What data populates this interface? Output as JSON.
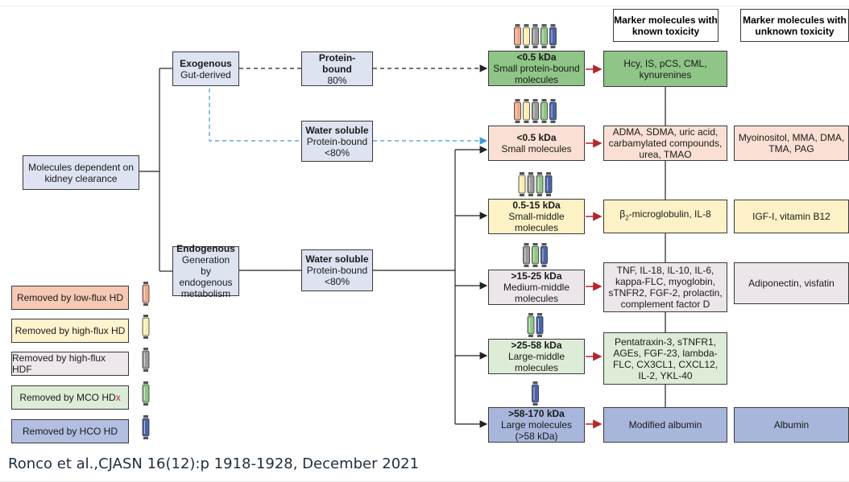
{
  "roots": {
    "kidney_clearance": "Molecules dependent on kidney clearance",
    "exogenous_title": "Exogenous",
    "exogenous_sub": "Gut-derived",
    "endogenous_title": "Endogenous",
    "endogenous_sub": "Generation by endogenous metabolism"
  },
  "binding": {
    "protein_bound_title": "Protein-bound",
    "protein_bound_sub": "80%",
    "water_soluble_exo_title": "Water soluble",
    "water_soluble_exo_sub": "Protein-bound <80%",
    "water_soluble_endo_title": "Water soluble",
    "water_soluble_endo_sub": "Protein-bound <80%"
  },
  "headers": {
    "known": "Marker molecules with known toxicity",
    "unknown": "Marker molecules with unknown toxicity"
  },
  "classes": [
    {
      "size": "<0.5 kDa",
      "label": "Small protein-bound molecules",
      "known": "Hcy, IS, pCS, CML, kynurenines",
      "unknown": ""
    },
    {
      "size": "<0.5 kDa",
      "label": "Small molecules",
      "known": "ADMA, SDMA, uric acid, carbamylated compounds, urea, TMAO",
      "unknown": "Myoinositol, MMA, DMA, TMA, PAG"
    },
    {
      "size": "0.5-15 kDa",
      "label": "Small-middle molecules",
      "known_prefix": "β",
      "known_sub": "2",
      "known_suffix": "-microglobulin, IL-8",
      "unknown": "IGF-I, vitamin B12"
    },
    {
      "size": ">15-25 kDa",
      "label": "Medium-middle molecules",
      "known": "TNF, IL-18, IL-10, IL-6, kappa-FLC, myoglobin, sTNFR2, FGF-2, prolactin, complement factor D",
      "unknown": "Adiponectin, visfatin"
    },
    {
      "size": ">25-58 kDa",
      "label": "Large-middle molecules",
      "known": "Pentatraxin-3, sTNFR1, AGEs, FGF-23, lambda-FLC, CX3CL1, CXCL12, IL-2, YKL-40",
      "unknown": ""
    },
    {
      "size": ">58-170 kDa",
      "label": "Large molecules (>58 kDa)",
      "known": "Modified albumin",
      "unknown": "Albumin"
    }
  ],
  "legend": [
    {
      "label": "Removed by low-flux HD",
      "color": "#f0a88a"
    },
    {
      "label": "Removed by high-flux HD",
      "color": "#fbeeb0"
    },
    {
      "label": "Removed by high-flux HDF",
      "color": "#9a9a9a"
    },
    {
      "label": "Removed by MCO HD",
      "marker": "x",
      "color": "#8fc587"
    },
    {
      "label": "Removed by HCO HD",
      "color": "#4a64a8"
    }
  ],
  "colors": {
    "low_flux": "#f0a88a",
    "high_flux": "#fbeeb0",
    "hdf": "#9a9a9a",
    "mco": "#8fc587",
    "hco": "#4a64a8",
    "dashed_blue": "#3d9bd6",
    "red_arrow": "#b3262b"
  },
  "caption": "Ronco et al.,CJASN 16(12):p 1918-1928, December 2021"
}
